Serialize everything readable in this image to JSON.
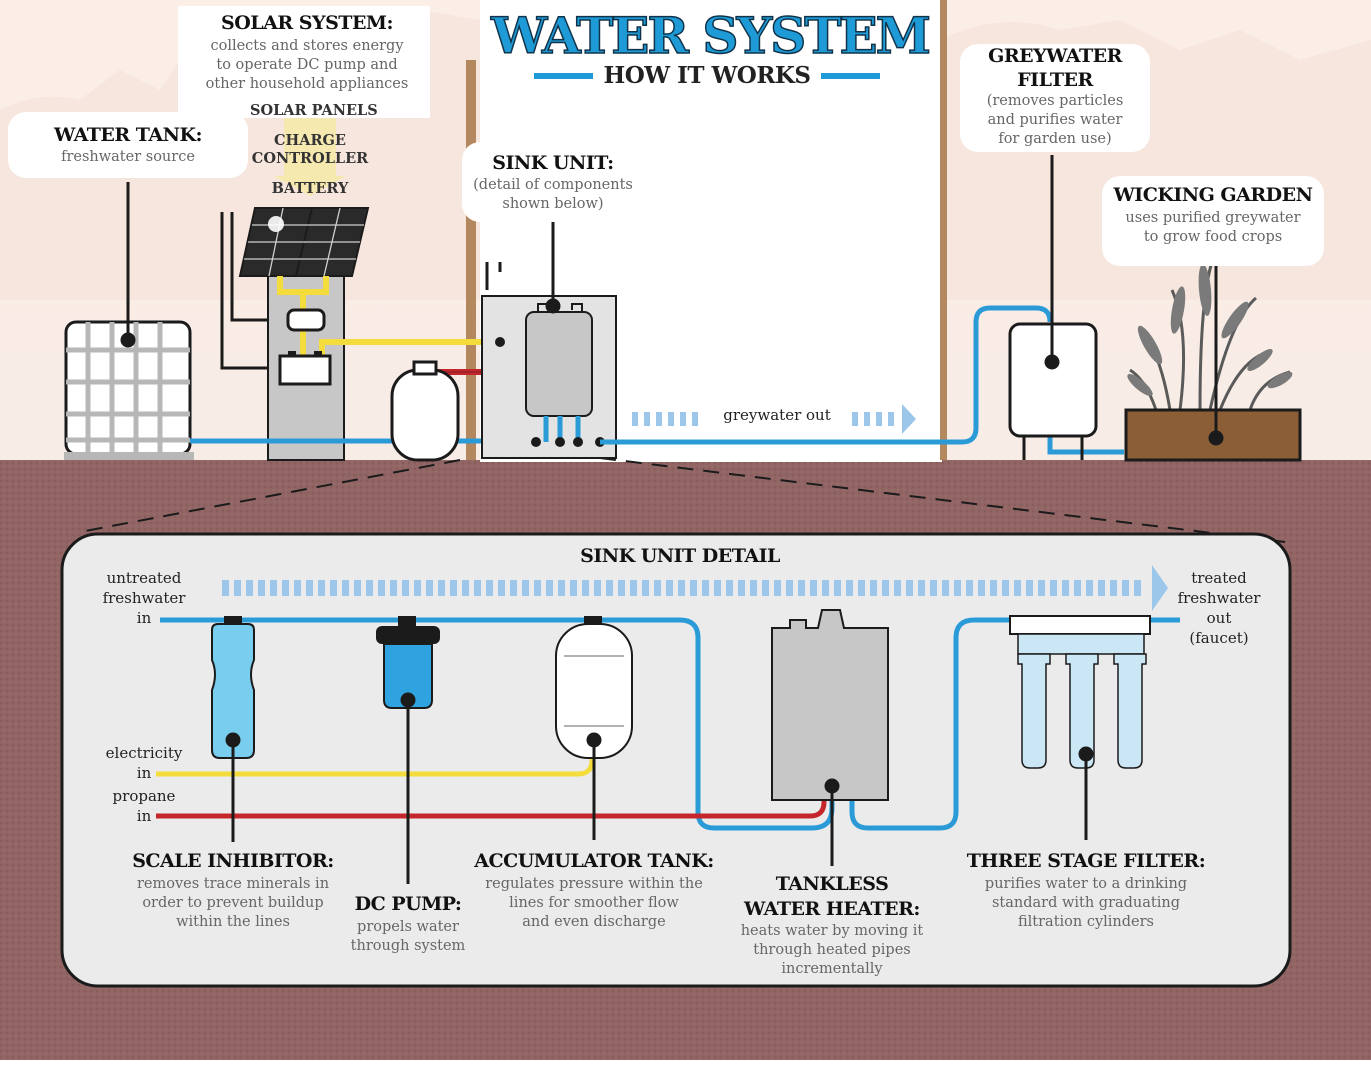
{
  "header": {
    "title": "WATER SYSTEM",
    "subtitle": "HOW IT WORKS"
  },
  "solar": {
    "title": "SOLAR SYSTEM:",
    "desc": [
      "collects and stores energy",
      "to operate DC pump and",
      "other household appliances"
    ],
    "components": [
      "SOLAR PANELS",
      "CHARGE",
      "CONTROLLER",
      "BATTERY"
    ]
  },
  "water_tank": {
    "title": "WATER TANK:",
    "desc": "freshwater source"
  },
  "sink_unit": {
    "title": "SINK UNIT:",
    "desc": [
      "(detail of components",
      "shown below)"
    ]
  },
  "greywater_filter": {
    "title": [
      "GREYWATER",
      "FILTER"
    ],
    "desc": [
      "(removes particles",
      "and purifies water",
      "for garden use)"
    ]
  },
  "wicking_garden": {
    "title": "WICKING GARDEN",
    "desc": [
      "uses purified greywater",
      "to grow food crops"
    ]
  },
  "greywater_out": "greywater out",
  "detail": {
    "title": "SINK UNIT DETAIL",
    "inputs": {
      "freshwater": [
        "untreated",
        "freshwater",
        "in"
      ],
      "electricity": [
        "electricity",
        "in"
      ],
      "propane": [
        "propane",
        "in"
      ]
    },
    "output": [
      "treated",
      "freshwater",
      "out",
      "(faucet)"
    ],
    "scale_inhibitor": {
      "title": "SCALE INHIBITOR:",
      "desc": [
        "removes trace minerals in",
        "order to prevent buildup",
        "within the lines"
      ]
    },
    "dc_pump": {
      "title": "DC PUMP:",
      "desc": [
        "propels water",
        "through system"
      ]
    },
    "accumulator": {
      "title": "ACCUMULATOR TANK:",
      "desc": [
        "regulates pressure within the",
        "lines for smoother flow",
        "and even discharge"
      ]
    },
    "water_heater": {
      "title": [
        "TANKLESS",
        "WATER HEATER:"
      ],
      "desc": [
        "heats water by moving it",
        "through heated pipes",
        "incrementally"
      ]
    },
    "three_stage": {
      "title": "THREE STAGE FILTER:",
      "desc": [
        "purifies water to a drinking",
        "standard with graduating",
        "filtration cylinders"
      ]
    }
  },
  "colors": {
    "water": "#2b9bd8",
    "electric": "#f3dc3c",
    "propane": "#c4262c",
    "soil": "#8f6060",
    "flow_arrow": "#9cc6ea"
  }
}
